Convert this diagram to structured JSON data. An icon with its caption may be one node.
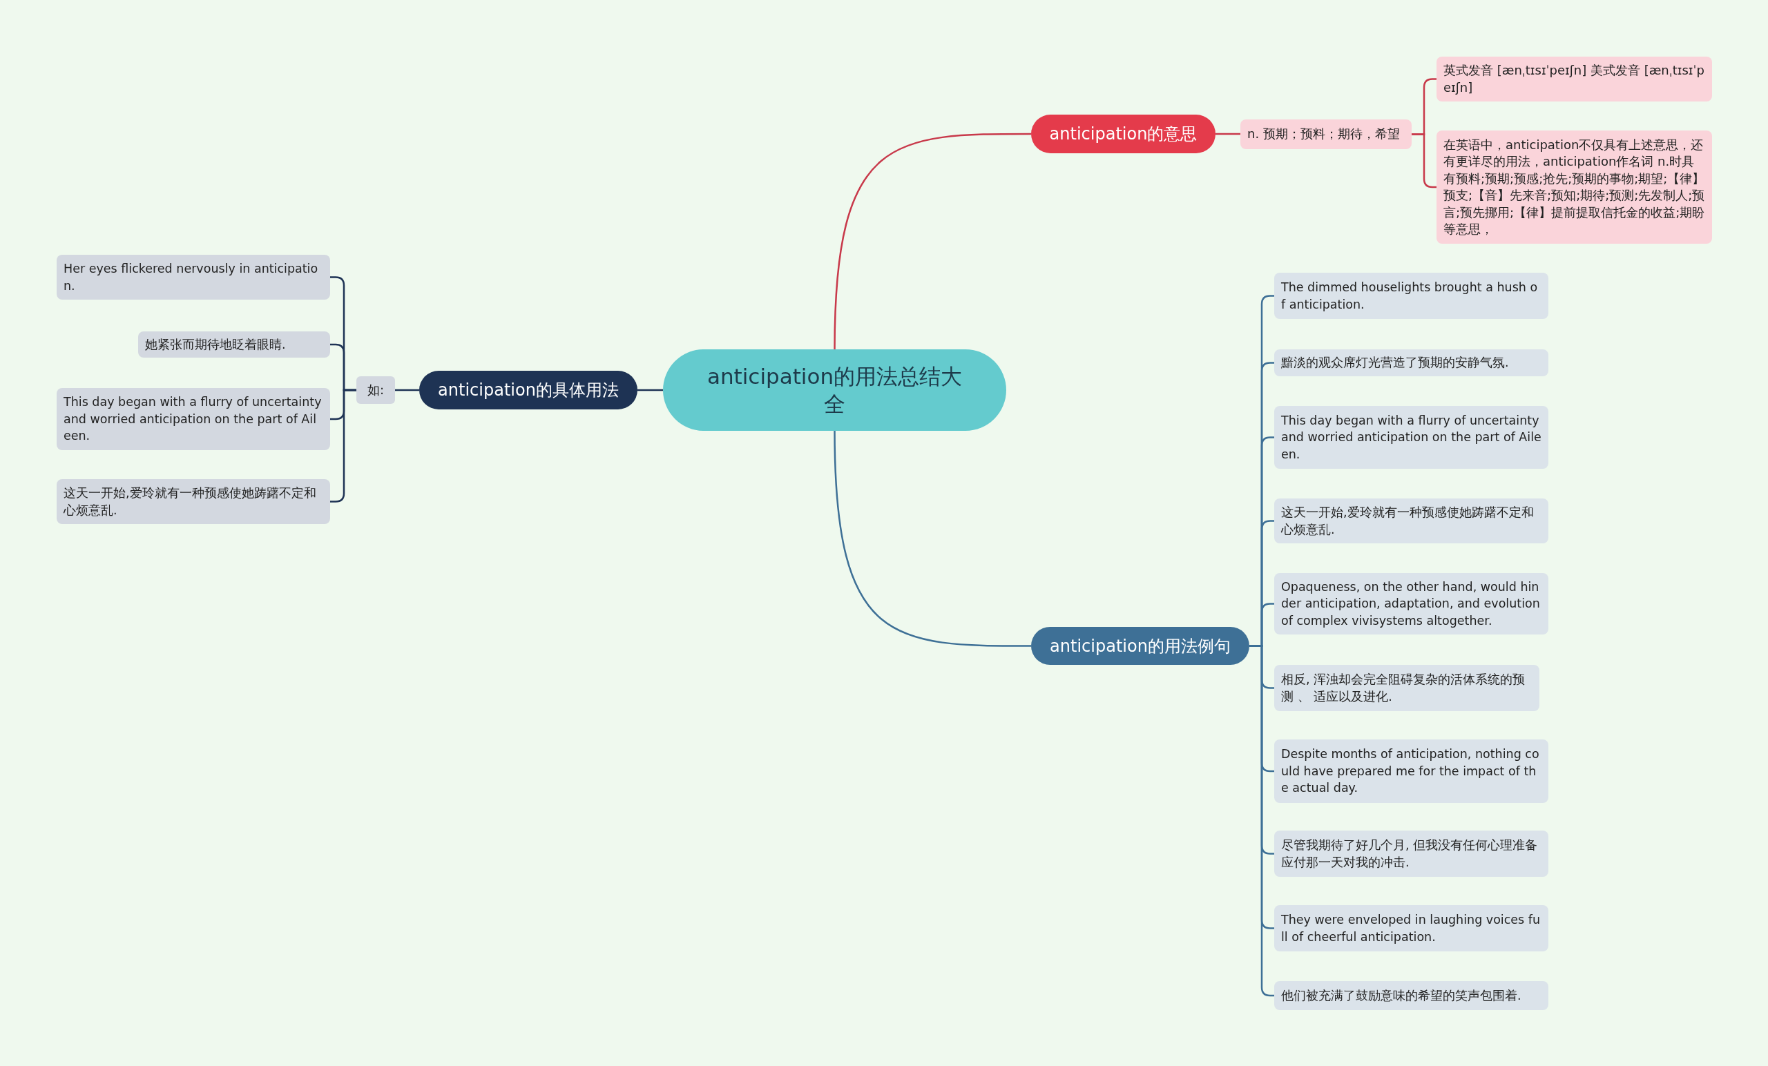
{
  "diagram": {
    "nodes": [
      {
        "text": [
          "anticipation的用法总结大全"
        ]
      },
      {
        "text": [
          "anticipation的意思"
        ]
      },
      {
        "text": [
          "n. 预期；预料；期待，希望"
        ]
      },
      {
        "text": [
          "英式发音 [ænˌtɪsɪˈpeɪʃn] 美式发音 [ænˌtɪsɪˈpeɪʃn]"
        ]
      },
      {
        "text": [
          "在英语中，anticipation不仅具有上述意思，还有更详尽的用法，anticipation作名词 n.时具有预料;预期;预感;抢先;预期的事物;期望;【律】预支;【音】先来音;预知;期待;预测;先发制人;预言;预先挪用;【律】提前提取信托金的收益;期盼等意思，"
        ]
      },
      {
        "text": [
          "anticipation的具体用法"
        ]
      },
      {
        "text": [
          "如:"
        ]
      },
      {
        "text": [
          "Her eyes flickered nervously in anticipation."
        ]
      },
      {
        "text": [
          "她紧张而期待地眨着眼睛."
        ]
      },
      {
        "text": [
          "This day began with a flurry of uncertainty and worried anticipation on the part of Aileen."
        ]
      },
      {
        "text": [
          "这天一开始,爱玲就有一种预感使她踌躇不定和心烦意乱."
        ]
      },
      {
        "text": [
          "anticipation的用法例句"
        ]
      },
      {
        "text": [
          "The dimmed houselights brought a hush of anticipation."
        ]
      },
      {
        "text": [
          "黯淡的观众席灯光营造了预期的安静气氛."
        ]
      },
      {
        "text": [
          "This day began with a flurry of uncertainty and worried anticipation on the part of Aileen."
        ]
      },
      {
        "text": [
          "这天一开始,爱玲就有一种预感使她踌躇不定和心烦意乱."
        ]
      },
      {
        "text": [
          "Opaqueness, on the other hand, would hinder anticipation, adaptation, and evolution of complex vivisystems altogether."
        ]
      },
      {
        "text": [
          "相反, 浑浊却会完全阻碍复杂的活体系统的预测 、 适应以及进化."
        ]
      },
      {
        "text": [
          "Despite months of anticipation, nothing could have prepared me for the impact of the actual day."
        ]
      },
      {
        "text": [
          "尽管我期待了好几个月, 但我没有任何心理准备应付那一天对我的冲击."
        ]
      },
      {
        "text": [
          "They were enveloped in laughing voices full of cheerful anticipation."
        ]
      },
      {
        "text": [
          "他们被充满了鼓励意味的希望的笑声包围着."
        ]
      }
    ],
    "edges": [
      {
        "from": 0,
        "to": 1,
        "arrow": "none",
        "color": "#c8394a"
      },
      {
        "from": 1,
        "to": 2,
        "arrow": "none",
        "color": "#c8394a"
      },
      {
        "from": 2,
        "to": 3,
        "arrow": "none",
        "color": "#c8394a"
      },
      {
        "from": 2,
        "to": 4,
        "arrow": "none",
        "color": "#c8394a"
      },
      {
        "from": 0,
        "to": 5,
        "arrow": "none",
        "color": "#1e3354"
      },
      {
        "from": 5,
        "to": 6,
        "arrow": "none",
        "color": "#1e3354"
      },
      {
        "from": 6,
        "to": 7,
        "arrow": "none",
        "color": "#1e3354"
      },
      {
        "from": 6,
        "to": 8,
        "arrow": "none",
        "color": "#1e3354"
      },
      {
        "from": 6,
        "to": 9,
        "arrow": "none",
        "color": "#1e3354"
      },
      {
        "from": 6,
        "to": 10,
        "arrow": "none",
        "color": "#1e3354"
      },
      {
        "from": 0,
        "to": 11,
        "arrow": "none"
      },
      {
        "from": 11,
        "to": 12,
        "arrow": "none"
      },
      {
        "from": 11,
        "to": 13,
        "arrow": "none"
      },
      {
        "from": 11,
        "to": 14,
        "arrow": "none"
      },
      {
        "from": 11,
        "to": 15,
        "arrow": "none"
      },
      {
        "from": 11,
        "to": 16,
        "arrow": "none"
      },
      {
        "from": 11,
        "to": 17,
        "arrow": "none"
      },
      {
        "from": 11,
        "to": 18,
        "arrow": "none"
      },
      {
        "from": 11,
        "to": 19,
        "arrow": "none"
      },
      {
        "from": 11,
        "to": 20,
        "arrow": "none"
      },
      {
        "from": 11,
        "to": 21,
        "arrow": "none"
      }
    ]
  }
}
